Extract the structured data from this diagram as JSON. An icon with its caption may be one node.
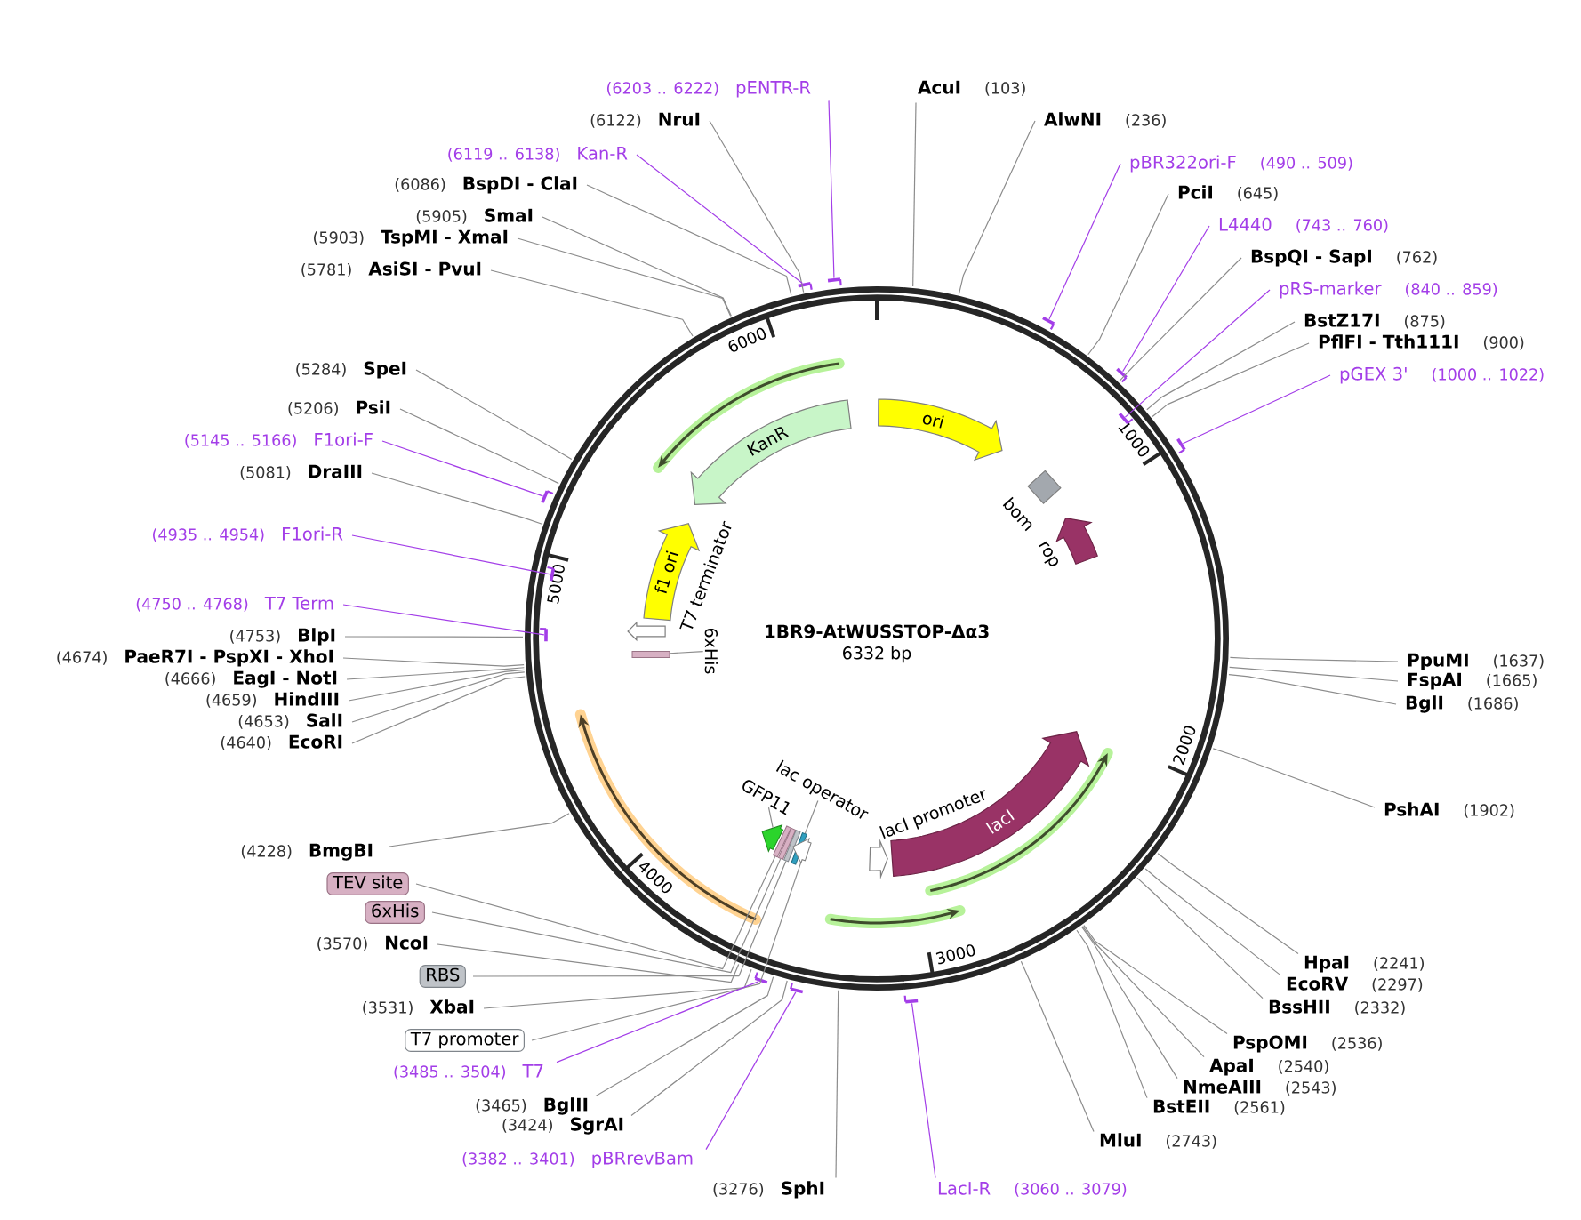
{
  "diagram": {
    "nodes": [
      {
        "text": [
          "1BR9-AtWUSSTOP-Δα3",
          "6332 bp"
        ]
      },
      {
        "text": [
          "ori"
        ],
        "in": 0
      },
      {
        "text": [
          "KanR"
        ],
        "in": 0
      },
      {
        "text": [
          "bom"
        ],
        "in": 0
      },
      {
        "text": [
          "rop"
        ],
        "in": 0
      },
      {
        "text": [
          "f1 ori"
        ],
        "in": 0
      },
      {
        "text": [
          "T7 terminator"
        ],
        "in": 0
      },
      {
        "text": [
          "6xHis"
        ],
        "in": 0
      },
      {
        "text": [],
        "shape": "bar",
        "in": 0
      },
      {
        "text": [
          "GFP11"
        ],
        "in": 0
      },
      {
        "text": [
          "lac operator"
        ],
        "in": 0
      },
      {
        "text": [
          "lacI promoter"
        ],
        "in": 0
      },
      {
        "text": [
          "lacI"
        ],
        "in": 0
      },
      {
        "text": [],
        "shape": "arrow",
        "in": 0
      },
      {
        "text": [],
        "shape": "bar",
        "in": 0
      },
      {
        "text": [],
        "shape": "bar",
        "in": 0
      },
      {
        "text": [],
        "shape": "bar",
        "in": 0
      },
      {
        "text": [],
        "shape": "bar",
        "in": 0
      },
      {
        "text": [],
        "shape": "arrow",
        "in": 0
      },
      {
        "text": [
          "pENTR-R"
        ],
        "beside": [
          "(6203 .. 6222)"
        ]
      },
      {
        "text": [],
        "shape": "bar"
      },
      {
        "text": [
          "AcuI"
        ],
        "beside": [
          "(103)"
        ]
      },
      {
        "text": [
          "NruI"
        ],
        "beside": [
          "(6122)"
        ]
      },
      {
        "text": [
          "AlwNI"
        ],
        "beside": [
          "(236)"
        ]
      },
      {
        "text": [
          "Kan-R"
        ],
        "beside": [
          "(6119 .. 6138)"
        ]
      },
      {
        "text": [],
        "shape": "bar"
      },
      {
        "text": [
          "pBR322ori-F"
        ],
        "beside": [
          "(490 .. 509)"
        ]
      },
      {
        "text": [],
        "shape": "bar"
      },
      {
        "text": [
          "BspDI - ClaI"
        ],
        "beside": [
          "(6086)"
        ]
      },
      {
        "text": [
          "PciI"
        ],
        "beside": [
          "(645)"
        ]
      },
      {
        "text": [
          "SmaI"
        ],
        "beside": [
          "(5905)"
        ]
      },
      {
        "text": [
          "L4440"
        ],
        "beside": [
          "(743 .. 760)"
        ]
      },
      {
        "text": [],
        "shape": "bar"
      },
      {
        "text": [
          "TspMI - XmaI"
        ],
        "beside": [
          "(5903)"
        ]
      },
      {
        "text": [
          "BspQI - SapI"
        ],
        "beside": [
          "(762)"
        ]
      },
      {
        "text": [
          "AsiSI - PvuI"
        ],
        "beside": [
          "(5781)"
        ]
      },
      {
        "text": [
          "pRS-marker"
        ],
        "beside": [
          "(840 .. 859)"
        ]
      },
      {
        "text": [],
        "shape": "bar",
        "in": 0
      },
      {
        "text": [
          "BstZ17I"
        ],
        "beside": [
          "(875)"
        ]
      },
      {
        "text": [
          "PflFI - Tth111I"
        ],
        "beside": [
          "(900)"
        ]
      },
      {
        "text": [
          "SpeI"
        ],
        "beside": [
          "(5284)"
        ]
      },
      {
        "text": [
          "pGEX 3'"
        ],
        "beside": [
          "(1000 .. 1022)"
        ]
      },
      {
        "text": [],
        "shape": "bar"
      },
      {
        "text": [
          "PsiI"
        ],
        "beside": [
          "(5206)"
        ]
      },
      {
        "text": [
          "F1ori-F"
        ],
        "beside": [
          "(5145 .. 5166)"
        ]
      },
      {
        "text": [],
        "shape": "bar"
      },
      {
        "text": [
          "DraIII"
        ],
        "beside": [
          "(5081)"
        ]
      },
      {
        "text": [
          "F1ori-R"
        ],
        "beside": [
          "(4935 .. 4954)"
        ]
      },
      {
        "text": [],
        "shape": "bar",
        "in": 0
      },
      {
        "text": [
          "T7 Term"
        ],
        "beside": [
          "(4750 .. 4768)"
        ]
      },
      {
        "text": [],
        "shape": "bar",
        "in": 0
      },
      {
        "text": [
          "BlpI"
        ],
        "beside": [
          "(4753)"
        ]
      },
      {
        "text": [
          "PaeR7I - PspXI - XhoI"
        ],
        "beside": [
          "(4674)"
        ]
      },
      {
        "text": [
          "PpuMI"
        ],
        "beside": [
          "(1637)"
        ]
      },
      {
        "text": [
          "EagI - NotI"
        ],
        "beside": [
          "(4666)"
        ]
      },
      {
        "text": [
          "FspAI"
        ],
        "beside": [
          "(1665)"
        ]
      },
      {
        "text": [
          "HindIII"
        ],
        "beside": [
          "(4659)"
        ]
      },
      {
        "text": [
          "BglI"
        ],
        "beside": [
          "(1686)"
        ]
      },
      {
        "text": [
          "SalI"
        ],
        "beside": [
          "(4653)"
        ]
      },
      {
        "text": [
          "EcoRI"
        ],
        "beside": [
          "(4640)"
        ]
      },
      {
        "text": [
          "PshAI"
        ],
        "beside": [
          "(1902)"
        ]
      },
      {
        "text": [
          "BmgBI"
        ],
        "beside": [
          "(4228)"
        ]
      },
      {
        "text": [
          "TEV site"
        ]
      },
      {
        "text": [
          "6xHis"
        ]
      },
      {
        "text": [
          "NcoI"
        ],
        "beside": [
          "(3570)"
        ]
      },
      {
        "text": [
          "HpaI"
        ],
        "beside": [
          "(2241)"
        ]
      },
      {
        "text": [
          "RBS"
        ]
      },
      {
        "text": [
          "EcoRV"
        ],
        "beside": [
          "(2297)"
        ]
      },
      {
        "text": [
          "XbaI"
        ],
        "beside": [
          "(3531)"
        ]
      },
      {
        "text": [
          "BssHII"
        ],
        "beside": [
          "(2332)"
        ]
      },
      {
        "text": [
          "T7 promoter"
        ]
      },
      {
        "text": [
          "PspOMI"
        ],
        "beside": [
          "(2536)"
        ]
      },
      {
        "text": [
          "ApaI"
        ],
        "beside": [
          "(2540)"
        ]
      },
      {
        "text": [
          "T7"
        ],
        "beside": [
          "(3485 .. 3504)"
        ]
      },
      {
        "text": [],
        "shape": "bar"
      },
      {
        "text": [
          "NmeAIII"
        ],
        "beside": [
          "(2543)"
        ]
      },
      {
        "text": [
          "BglII"
        ],
        "beside": [
          "(3465)"
        ]
      },
      {
        "text": [
          "BstEII"
        ],
        "beside": [
          "(2561)"
        ]
      },
      {
        "text": [
          "SgrAI"
        ],
        "beside": [
          "(3424)"
        ]
      },
      {
        "text": [
          "MluI"
        ],
        "beside": [
          "(2743)"
        ]
      },
      {
        "text": [
          "pBRrevBam"
        ],
        "beside": [
          "(3382 .. 3401)"
        ]
      },
      {
        "text": [],
        "shape": "bar"
      },
      {
        "text": [
          "SphI"
        ],
        "beside": [
          "(3276)"
        ]
      },
      {
        "text": [
          "LacI-R"
        ],
        "beside": [
          "(3060 .. 3079)"
        ]
      },
      {
        "text": [],
        "shape": "bar"
      }
    ],
    "edges": [
      {
        "from": 7,
        "to": 8,
        "arrow": "none"
      },
      {
        "from": 9,
        "to": 13,
        "arrow": "none"
      },
      {
        "from": 10,
        "to": 17,
        "arrow": "none"
      },
      {
        "from": 19,
        "to": 20,
        "arrow": "none",
        "color": "#a33ee8"
      },
      {
        "from": 21,
        "to": 0,
        "arrow": "none"
      },
      {
        "from": 22,
        "to": 0,
        "arrow": "none"
      },
      {
        "from": 23,
        "to": 0,
        "arrow": "none"
      },
      {
        "from": 24,
        "to": 25,
        "arrow": "none",
        "color": "#a33ee8"
      },
      {
        "from": 26,
        "to": 27,
        "arrow": "none",
        "color": "#a33ee8"
      },
      {
        "from": 28,
        "to": 0,
        "arrow": "none"
      },
      {
        "from": 29,
        "to": 0,
        "arrow": "none"
      },
      {
        "from": 30,
        "to": 0,
        "arrow": "none"
      },
      {
        "from": 31,
        "to": 32,
        "arrow": "none",
        "color": "#a33ee8"
      },
      {
        "from": 33,
        "to": 0,
        "arrow": "none"
      },
      {
        "from": 34,
        "to": 0,
        "arrow": "none"
      },
      {
        "from": 35,
        "to": 0,
        "arrow": "none"
      },
      {
        "from": 36,
        "to": 37,
        "arrow": "none",
        "color": "#a33ee8"
      },
      {
        "from": 38,
        "to": 0,
        "arrow": "none"
      },
      {
        "from": 39,
        "to": 0,
        "arrow": "none"
      },
      {
        "from": 40,
        "to": 0,
        "arrow": "none"
      },
      {
        "from": 41,
        "to": 42,
        "arrow": "none",
        "color": "#a33ee8"
      },
      {
        "from": 43,
        "to": 0,
        "arrow": "none"
      },
      {
        "from": 44,
        "to": 45,
        "arrow": "none",
        "color": "#a33ee8"
      },
      {
        "from": 46,
        "to": 0,
        "arrow": "none"
      },
      {
        "from": 47,
        "to": 48,
        "arrow": "none",
        "color": "#a33ee8"
      },
      {
        "from": 49,
        "to": 50,
        "arrow": "none",
        "color": "#a33ee8"
      },
      {
        "from": 51,
        "to": 0,
        "arrow": "none"
      },
      {
        "from": 52,
        "to": 0,
        "arrow": "none"
      },
      {
        "from": 53,
        "to": 0,
        "arrow": "none"
      },
      {
        "from": 54,
        "to": 0,
        "arrow": "none"
      },
      {
        "from": 55,
        "to": 0,
        "arrow": "none"
      },
      {
        "from": 56,
        "to": 0,
        "arrow": "none"
      },
      {
        "from": 57,
        "to": 0,
        "arrow": "none"
      },
      {
        "from": 58,
        "to": 0,
        "arrow": "none"
      },
      {
        "from": 59,
        "to": 0,
        "arrow": "none"
      },
      {
        "from": 60,
        "to": 0,
        "arrow": "none"
      },
      {
        "from": 61,
        "to": 0,
        "arrow": "none"
      },
      {
        "from": 62,
        "to": 14,
        "arrow": "none"
      },
      {
        "from": 63,
        "to": 15,
        "arrow": "none"
      },
      {
        "from": 64,
        "to": 0,
        "arrow": "none"
      },
      {
        "from": 65,
        "to": 0,
        "arrow": "none"
      },
      {
        "from": 66,
        "to": 16,
        "arrow": "none"
      },
      {
        "from": 67,
        "to": 0,
        "arrow": "none"
      },
      {
        "from": 68,
        "to": 0,
        "arrow": "none"
      },
      {
        "from": 69,
        "to": 0,
        "arrow": "none"
      },
      {
        "from": 70,
        "to": 18,
        "arrow": "none"
      },
      {
        "from": 71,
        "to": 0,
        "arrow": "none"
      },
      {
        "from": 72,
        "to": 0,
        "arrow": "none"
      },
      {
        "from": 73,
        "to": 74,
        "arrow": "none",
        "color": "#a33ee8"
      },
      {
        "from": 75,
        "to": 0,
        "arrow": "none"
      },
      {
        "from": 76,
        "to": 0,
        "arrow": "none"
      },
      {
        "from": 77,
        "to": 0,
        "arrow": "none"
      },
      {
        "from": 78,
        "to": 0,
        "arrow": "none"
      },
      {
        "from": 79,
        "to": 0,
        "arrow": "none"
      },
      {
        "from": 80,
        "to": 81,
        "arrow": "none",
        "color": "#a33ee8"
      },
      {
        "from": 82,
        "to": 0,
        "arrow": "none"
      },
      {
        "from": 83,
        "to": 84,
        "arrow": "none",
        "color": "#a33ee8"
      }
    ],
    "labels": [
      "6000",
      "1000",
      "5000",
      "2000",
      "4000",
      "3000"
    ]
  }
}
